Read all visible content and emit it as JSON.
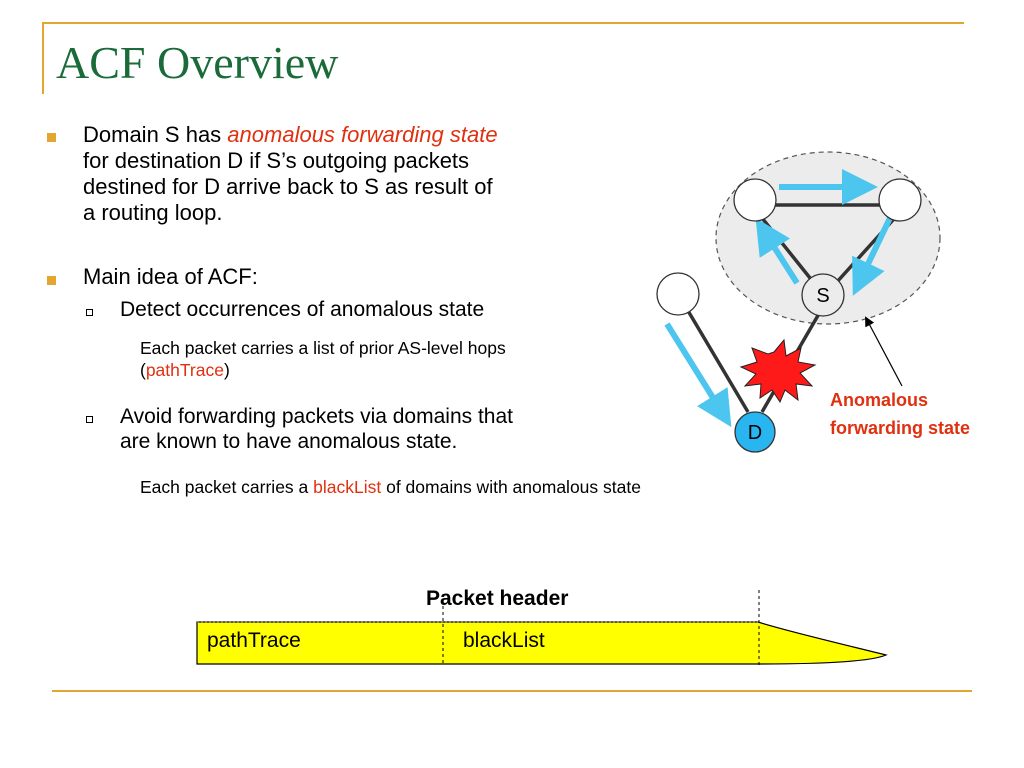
{
  "slide": {
    "title": "ACF Overview",
    "colors": {
      "frame": "#e4a633",
      "accent_red": "#e03010",
      "title_green": "#1b6b3a",
      "arrow_blue": "#4cc6ee",
      "bubble_fill": "#ececec",
      "header_yellow": "#ffff00",
      "node_d_fill": "#29b6f0",
      "burst_red": "#ff1a1a"
    },
    "icons": {
      "bullet": "square-bullet",
      "sub_bullet": "hollow-square-bullet",
      "burst": "explosion-burst"
    }
  },
  "bullets": [
    {
      "lines": [
        {
          "a": "Domain S has ",
          "b": "anomalous forwarding state"
        },
        "for destination D if S’s outgoing packets",
        "destined for D arrive back to S as result of",
        "a routing loop."
      ]
    },
    {
      "text": "Main idea of ACF:",
      "sub": [
        {
          "text": "Detect occurrences of anomalous state",
          "detail": {
            "line1": "Each packet carries a list of prior AS-level hops",
            "open": "(",
            "red": "pathTrace",
            "close": ")"
          }
        },
        {
          "lines": [
            "Avoid forwarding packets via domains that",
            "are known to have anomalous state."
          ],
          "detail": {
            "before": "Each packet carries a ",
            "red": "blackList",
            "after": " of domains with anomalous state"
          }
        }
      ]
    }
  ],
  "diagram": {
    "node_s": "S",
    "node_d": "D",
    "annotation": [
      "Anomalous",
      "forwarding state"
    ]
  },
  "packet_header": {
    "title": "Packet header",
    "fields": [
      "pathTrace",
      "blackList"
    ]
  }
}
